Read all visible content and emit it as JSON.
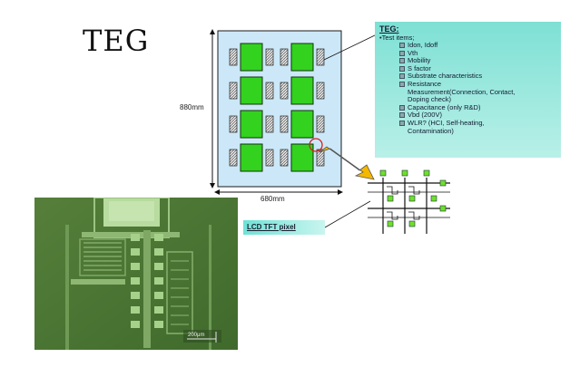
{
  "title": "TEG",
  "panel": {
    "height_label": "880mm",
    "width_label": "680mm"
  },
  "callout": {
    "title": "TEG:",
    "subtitle": "•Test items;",
    "items": [
      "Idon, Idoff",
      "Vth",
      "Mobility",
      "S factor",
      "Substrate characteristics",
      "Resistance",
      "Capacitance (only R&D)",
      "Vbd (200V)",
      "WLR? (HCI, Self-heating,"
    ],
    "continuations": {
      "resistance": [
        "Measurement(Connection, Contact,",
        "Doping check)"
      ],
      "wlr": "Contamination)"
    }
  },
  "lcd_label": "LCD TFT pixel",
  "micrograph": {
    "scale_label": "200μm"
  },
  "colors": {
    "panel_fill": "#cce8f8",
    "cell_green": "#33d21e",
    "cell_border": "#13310d",
    "callout_bg": "#9feee4",
    "highlight_ring": "#d42020",
    "arrow_fill": "#f4b800",
    "photo_bg": "#4d7a33"
  }
}
